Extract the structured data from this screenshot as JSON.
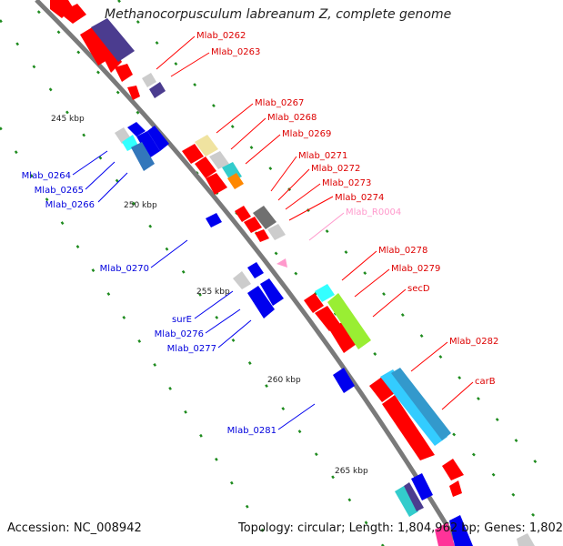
{
  "title": "Methanocorpusculum labreanum Z, complete genome",
  "footer": {
    "accession": "Accession: NC_008942",
    "topology": "Topology: circular; Length: 1,804,962 bp; Genes: 1,802"
  },
  "kbp_ticks": [
    "245 kbp",
    "250 kbp",
    "255 kbp",
    "260 kbp",
    "265 kbp"
  ],
  "genes_forward": [
    "Mlab_0262",
    "Mlab_0263",
    "Mlab_0267",
    "Mlab_0268",
    "Mlab_0269",
    "Mlab_0271",
    "Mlab_0272",
    "Mlab_0273",
    "Mlab_0274",
    "Mlab_0278",
    "Mlab_0279",
    "secD",
    "Mlab_0282",
    "carB"
  ],
  "genes_reverse": [
    "Mlab_0264",
    "Mlab_0265",
    "Mlab_0266",
    "Mlab_0270",
    "surE",
    "Mlab_0276",
    "Mlab_0277",
    "Mlab_0281"
  ],
  "rna_genes": [
    "Mlab_R0004"
  ],
  "colors": {
    "forward": "#ff0000",
    "reverse": "#0000ee",
    "rna": "#ff99cc",
    "backbone": "#888888",
    "tick": "#228b22"
  }
}
